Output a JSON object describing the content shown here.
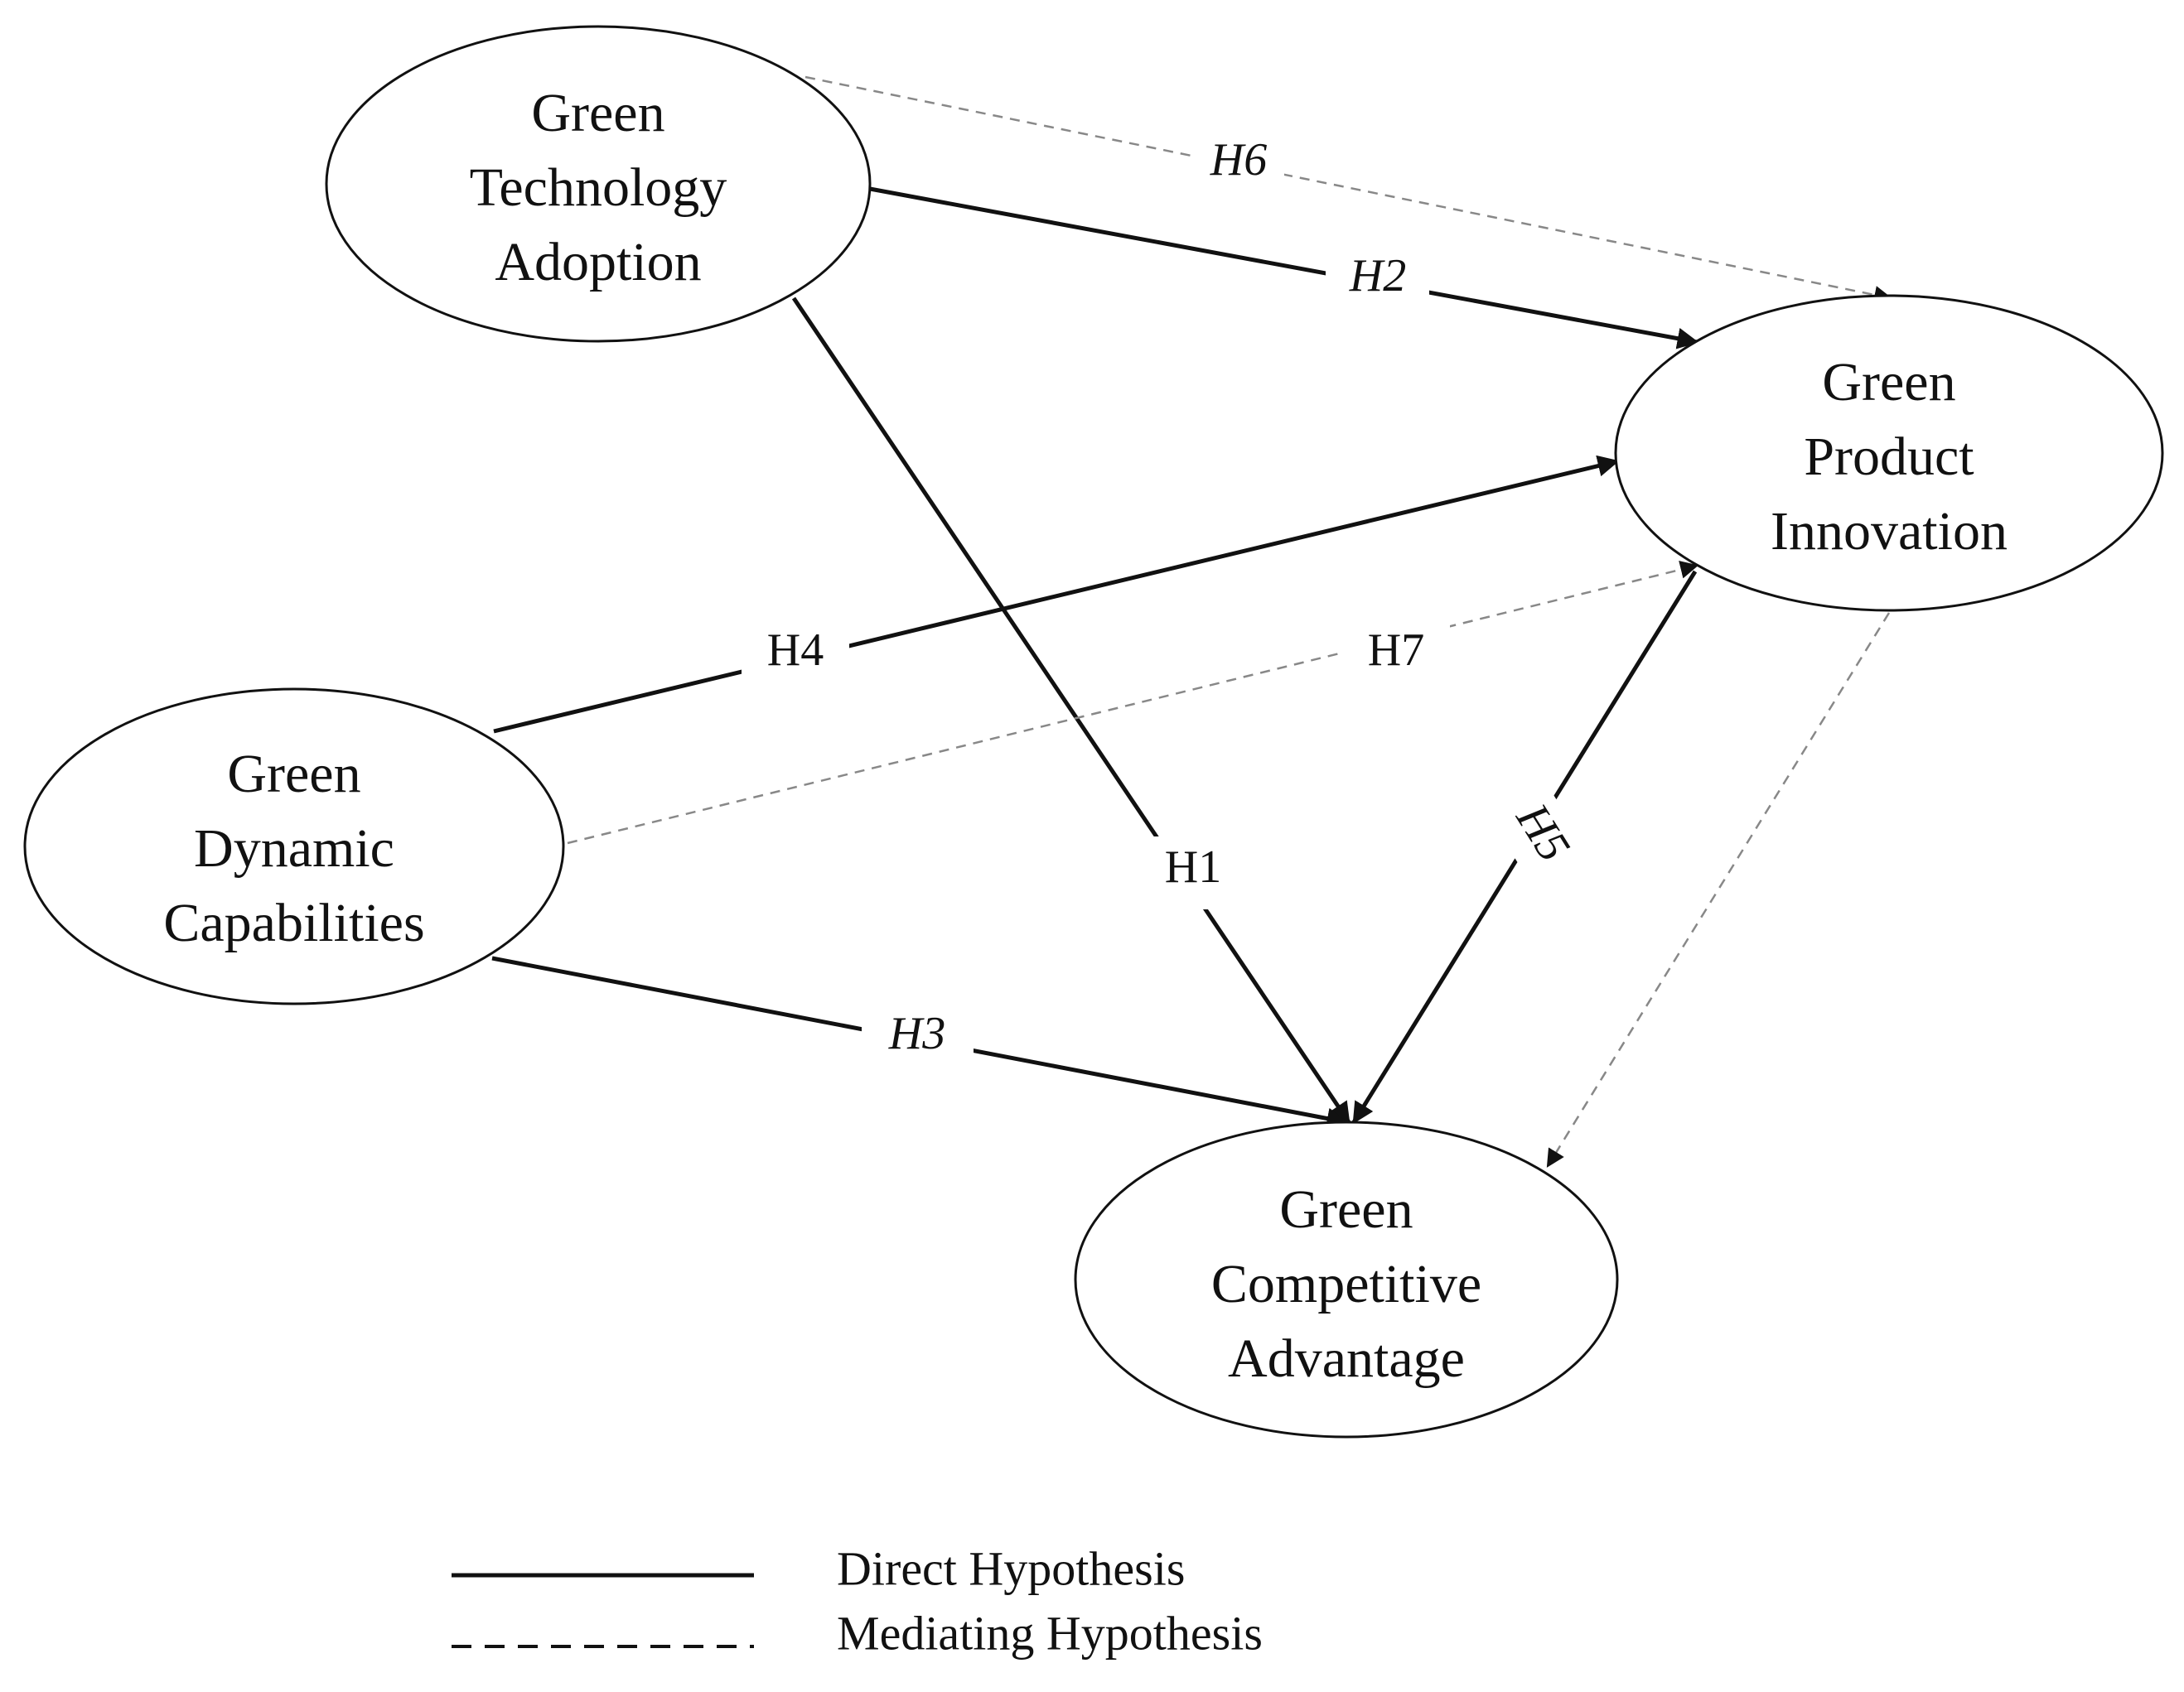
{
  "nodes": {
    "gta": {
      "lines": [
        "Green",
        "Technology",
        "Adoption"
      ]
    },
    "gpi": {
      "lines": [
        "Green",
        "Product",
        "Innovation"
      ]
    },
    "gdc": {
      "lines": [
        "Green",
        "Dynamic",
        "Capabilities"
      ]
    },
    "gca": {
      "lines": [
        "Green",
        "Competitive",
        "Advantage"
      ]
    }
  },
  "edges": [
    {
      "id": "h1",
      "label": "H1",
      "from": "gta",
      "to": "gca",
      "kind": "direct"
    },
    {
      "id": "h2",
      "label": "H2",
      "from": "gta",
      "to": "gpi",
      "kind": "direct"
    },
    {
      "id": "h3",
      "label": "H3",
      "from": "gdc",
      "to": "gca",
      "kind": "direct"
    },
    {
      "id": "h4",
      "label": "H4",
      "from": "gdc",
      "to": "gpi",
      "kind": "direct"
    },
    {
      "id": "h5",
      "label": "H5",
      "from": "gpi",
      "to": "gca",
      "kind": "direct"
    },
    {
      "id": "h6",
      "label": "H6",
      "from": "gta",
      "to": "gpi",
      "kind": "mediating"
    },
    {
      "id": "h7",
      "label": "H7",
      "from": "gdc",
      "to": "gpi",
      "kind": "mediating"
    },
    {
      "id": "gpi-gca-mediating",
      "label": "",
      "from": "gpi",
      "to": "gca",
      "kind": "mediating"
    }
  ],
  "legend": {
    "direct": "Direct Hypothesis",
    "mediating": "Mediating Hypothesis"
  },
  "colors": {
    "stroke": "#111111",
    "dashed": "#888888",
    "background": "#ffffff"
  }
}
